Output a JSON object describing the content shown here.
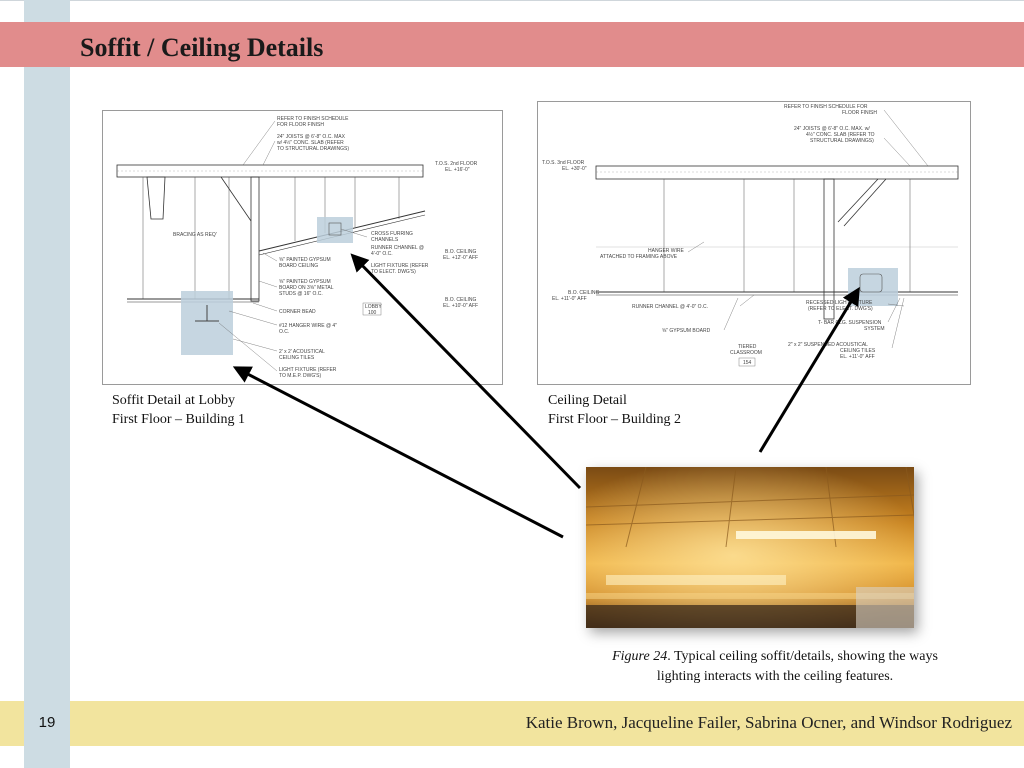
{
  "slide": {
    "title": "Soffit / Ceiling Details",
    "page_number": "19",
    "authors": "Katie Brown, Jacqueline Failer, Sabrina Ocner, and Windsor Rodriguez"
  },
  "left_drawing": {
    "caption_line1": "Soffit Detail at Lobby",
    "caption_line2": "First Floor – Building 1",
    "notes": [
      "REFER TO FINISH SCHEDULE",
      "FOR FLOOR FINISH",
      "24\" JOISTS @ 6'-8\" O.C. MAX",
      "w/ 4½\" CONC. SLAB (REFER",
      "TO STRUCTURAL DRAWINGS)",
      "T.O.S. 2nd FLOOR",
      "EL. +16'-0\"",
      "BRACING AS REQ'",
      "CROSS FURRING",
      "CHANNELS",
      "RUNNER CHANNEL @",
      "4'-0\" O.C.",
      "B.O. CEILING",
      "EL. +12'-0\" AFF",
      "⅝\" PAINTED GYPSUM",
      "BOARD CEILING",
      "LIGHT FIXTURE (REFER",
      "TO ELECT. DWG'S)",
      "⅝\" PAINTED GYPSUM",
      "BOARD ON 3⅝\" METAL",
      "STUDS @ 16\" O.C.",
      "LOBBY",
      "100",
      "B.O. CEILING",
      "EL. +10'-0\" AFF",
      "CORNER BEAD",
      "#12 HANGER WIRE @ 4\"",
      "O.C.",
      "2' x 2' ACOUSTICAL",
      "CEILING TILES",
      "LIGHT FIXTURE (REFER",
      "TO M.E.P. DWG'S)"
    ]
  },
  "right_drawing": {
    "caption_line1": "Ceiling Detail",
    "caption_line2": "First Floor – Building 2",
    "notes": [
      "REFER TO FINISH SCHEDULE FOR",
      "FLOOR FINISH",
      "24\" JOISTS @ 6'-8\" O.C. MAX. w/",
      "4½\" CONC. SLAB (REFER TO",
      "STRUCTURAL DRAWINGS)",
      "T.O.S. 3nd FLOOR",
      "EL. +30'-0\"",
      "HANGER WIRE",
      "ATTACHED TO FRAMING ABOVE",
      "B.O. CEILING",
      "EL. +11'-0\" AFF",
      "RUNNER CHANNEL @ 4'-0\" O.C.",
      "RECESSED LIGHT FIXTURE",
      "(REFER TO ELECT. DWG'S)",
      "T- BAR CLG. SUSPENSION",
      "SYSTEM",
      "⅝\" GYPSUM BOARD",
      "TIERED",
      "CLASSROOM",
      "154",
      "2\" x 2\" SUSPENDED ACOUSTICAL",
      "CEILING TILES",
      "EL. +11'-0\" AFF"
    ]
  },
  "figure": {
    "label": "Figure 24",
    "caption_line1": ". Typical ceiling soffit/details, showing the ways",
    "caption_line2": "lighting interacts with the ceiling features."
  },
  "colors": {
    "title_bar": "#e18c8c",
    "left_stripe": "#cddce3",
    "footer_bar": "#f2e49e",
    "highlight_box": "#bccfdc"
  }
}
